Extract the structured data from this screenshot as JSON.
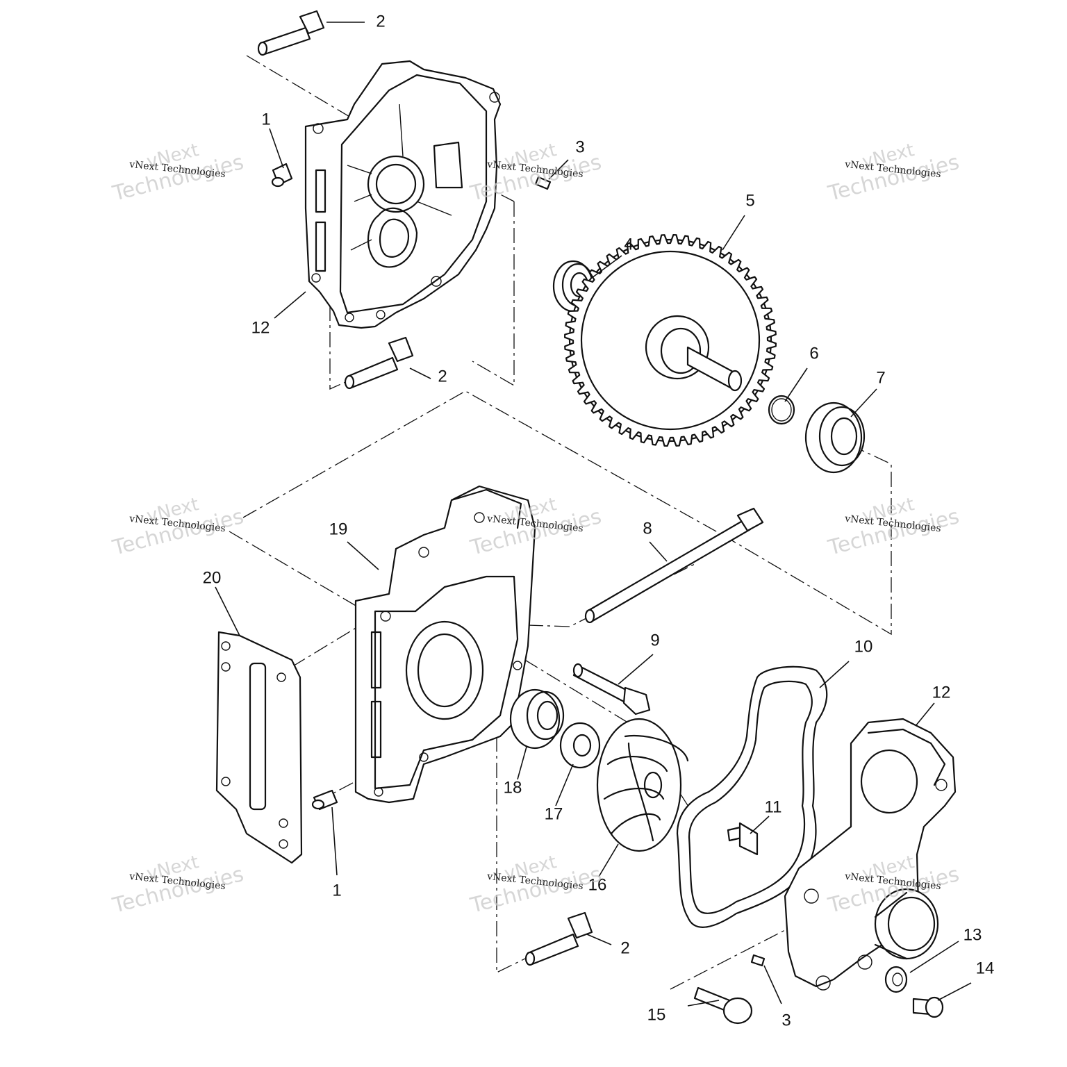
{
  "callouts": [
    {
      "id": "c1",
      "label": "2"
    },
    {
      "id": "c2",
      "label": "1"
    },
    {
      "id": "c3",
      "label": "3"
    },
    {
      "id": "c4",
      "label": "5"
    },
    {
      "id": "c5",
      "label": "4"
    },
    {
      "id": "c6",
      "label": "12"
    },
    {
      "id": "c7",
      "label": "2"
    },
    {
      "id": "c8",
      "label": "6"
    },
    {
      "id": "c9",
      "label": "7"
    },
    {
      "id": "c10",
      "label": "19"
    },
    {
      "id": "c11",
      "label": "8"
    },
    {
      "id": "c12",
      "label": "20"
    },
    {
      "id": "c13",
      "label": "9"
    },
    {
      "id": "c14",
      "label": "10"
    },
    {
      "id": "c15",
      "label": "12"
    },
    {
      "id": "c16",
      "label": "18"
    },
    {
      "id": "c17",
      "label": "17"
    },
    {
      "id": "c18",
      "label": "11"
    },
    {
      "id": "c19",
      "label": "1"
    },
    {
      "id": "c20",
      "label": "16"
    },
    {
      "id": "c21",
      "label": "2"
    },
    {
      "id": "c22",
      "label": "13"
    },
    {
      "id": "c23",
      "label": "14"
    },
    {
      "id": "c24",
      "label": "15"
    },
    {
      "id": "c25",
      "label": "3"
    }
  ],
  "watermark": {
    "line1": "vNext",
    "line2": "Technologies",
    "caption": "vNext Technologies"
  }
}
